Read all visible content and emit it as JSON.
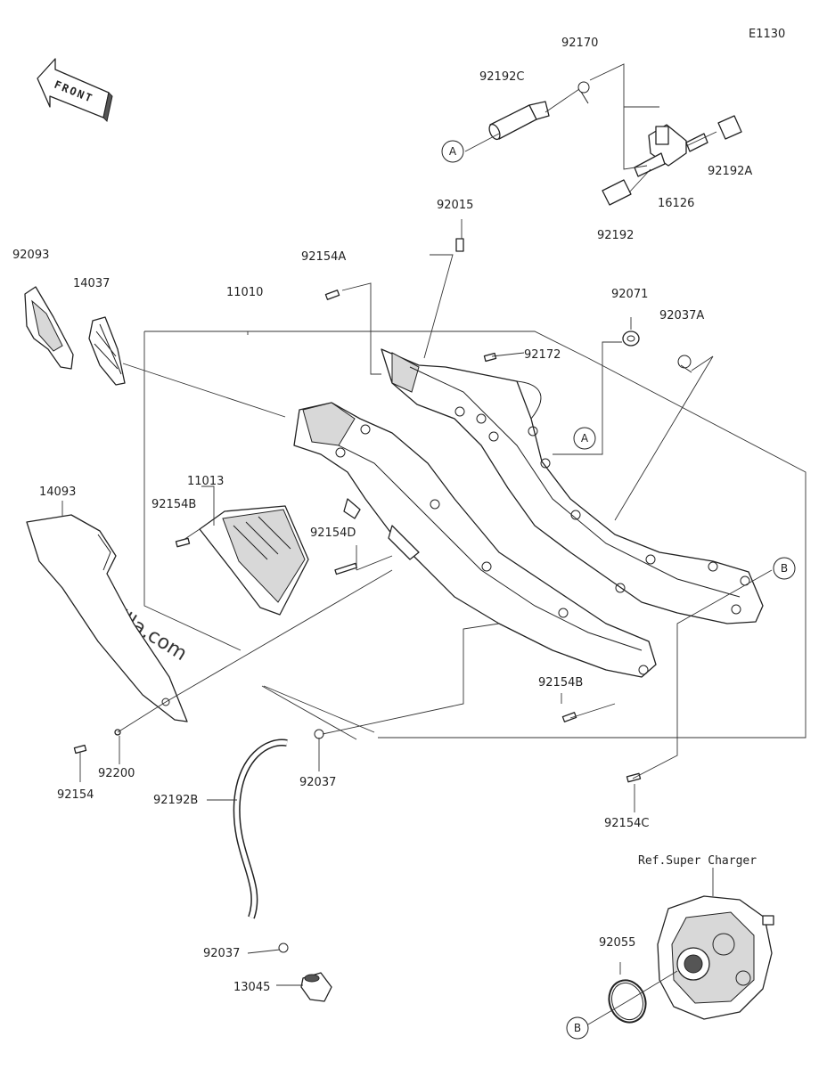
{
  "diagram_code": "E1130",
  "front_label": "FRONT",
  "watermark": "© Partzilla.com",
  "reference_note": "Ref.Super Charger",
  "callout_refs": [
    "A",
    "A",
    "B",
    "B"
  ],
  "parts": [
    {
      "number": "92170"
    },
    {
      "number": "92192C"
    },
    {
      "number": "92192A"
    },
    {
      "number": "16126"
    },
    {
      "number": "92192"
    },
    {
      "number": "92015"
    },
    {
      "number": "92093"
    },
    {
      "number": "14037"
    },
    {
      "number": "92154A"
    },
    {
      "number": "11010"
    },
    {
      "number": "92071"
    },
    {
      "number": "92037A"
    },
    {
      "number": "92172"
    },
    {
      "number": "11013"
    },
    {
      "number": "92154B"
    },
    {
      "number": "92154D"
    },
    {
      "number": "14093"
    },
    {
      "number": "92154B"
    },
    {
      "number": "92154"
    },
    {
      "number": "92200"
    },
    {
      "number": "92037"
    },
    {
      "number": "92192B"
    },
    {
      "number": "92154C"
    },
    {
      "number": "92055"
    },
    {
      "number": "92037"
    },
    {
      "number": "13045"
    }
  ]
}
